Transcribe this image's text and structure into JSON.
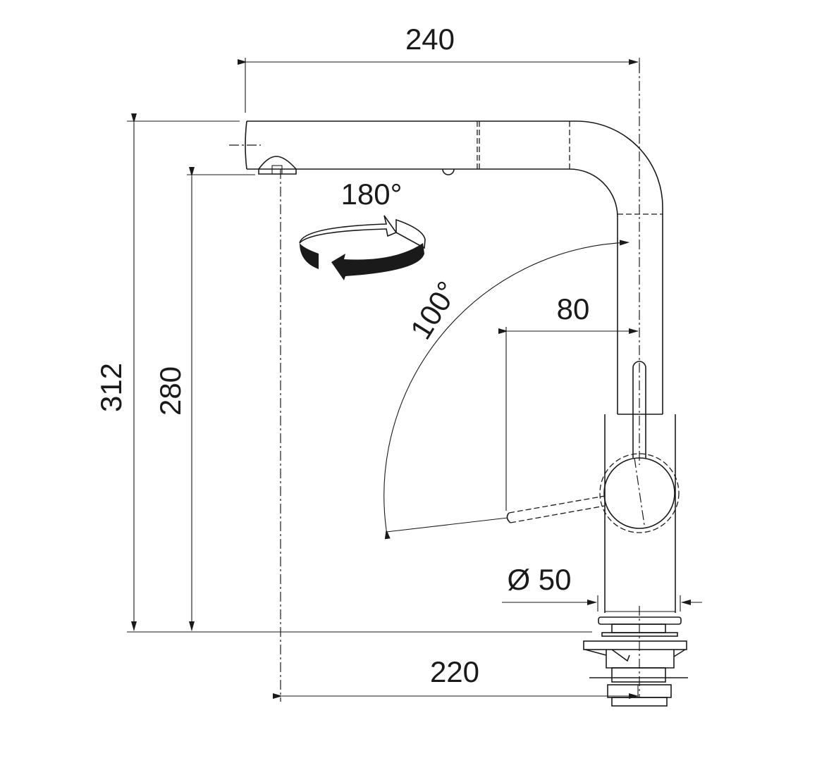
{
  "title": "Kitchen faucet technical dimension drawing",
  "dimensions": {
    "spout_reach": "240",
    "total_height": "312",
    "spout_height": "280",
    "base_to_spout_outlet": "220",
    "lever_reach": "80",
    "body_diameter": "Ø 50"
  },
  "angles": {
    "spout_rotation": "180°",
    "lever_rotation": "100°"
  },
  "colors": {
    "line": "#1a1a1a",
    "background": "#ffffff"
  }
}
